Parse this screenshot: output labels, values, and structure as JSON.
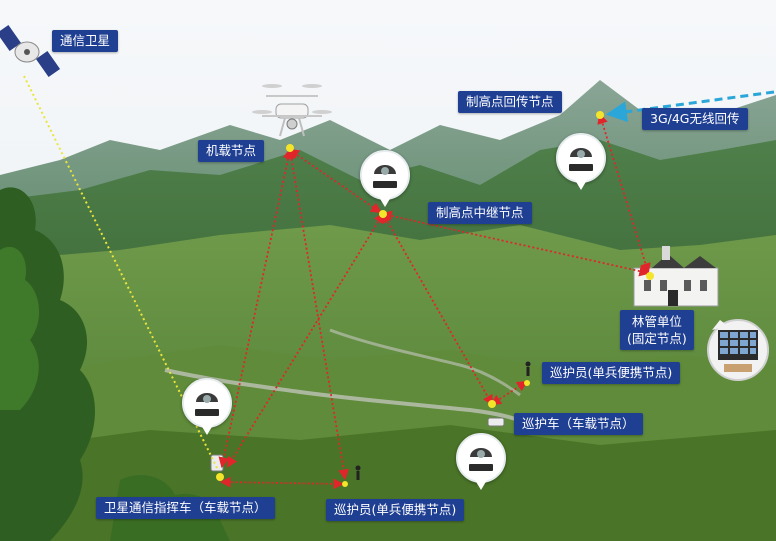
{
  "colors": {
    "label_bg": "#1f3f93",
    "label_text": "#ffffff",
    "link_red": "#e0262a",
    "satellite_link": "#e9e53a",
    "wireless_link": "#2aa6d8",
    "node_dot": "#f4e52b"
  },
  "labels": {
    "satellite": "通信卫星",
    "drone": "机载节点",
    "highpoint_backhaul": "制高点回传节点",
    "wireless_backhaul": "3G/4G无线回传",
    "highpoint_relay": "制高点中继节点",
    "forestry_unit_line1": "林管单位",
    "forestry_unit_line2": "(固定节点)",
    "ranger_right": "巡护员(单兵便携节点)",
    "patrol_car": "巡护车（车载节点）",
    "command_vehicle": "卫星通信指挥车（车载节点）",
    "ranger_bottom": "巡护员(单兵便携节点)"
  },
  "icons": {
    "satellite": "satellite-icon",
    "drone": "drone-icon",
    "camera": "dome-camera-icon",
    "building": "building-icon",
    "monitor_wall": "monitor-wall-icon"
  }
}
